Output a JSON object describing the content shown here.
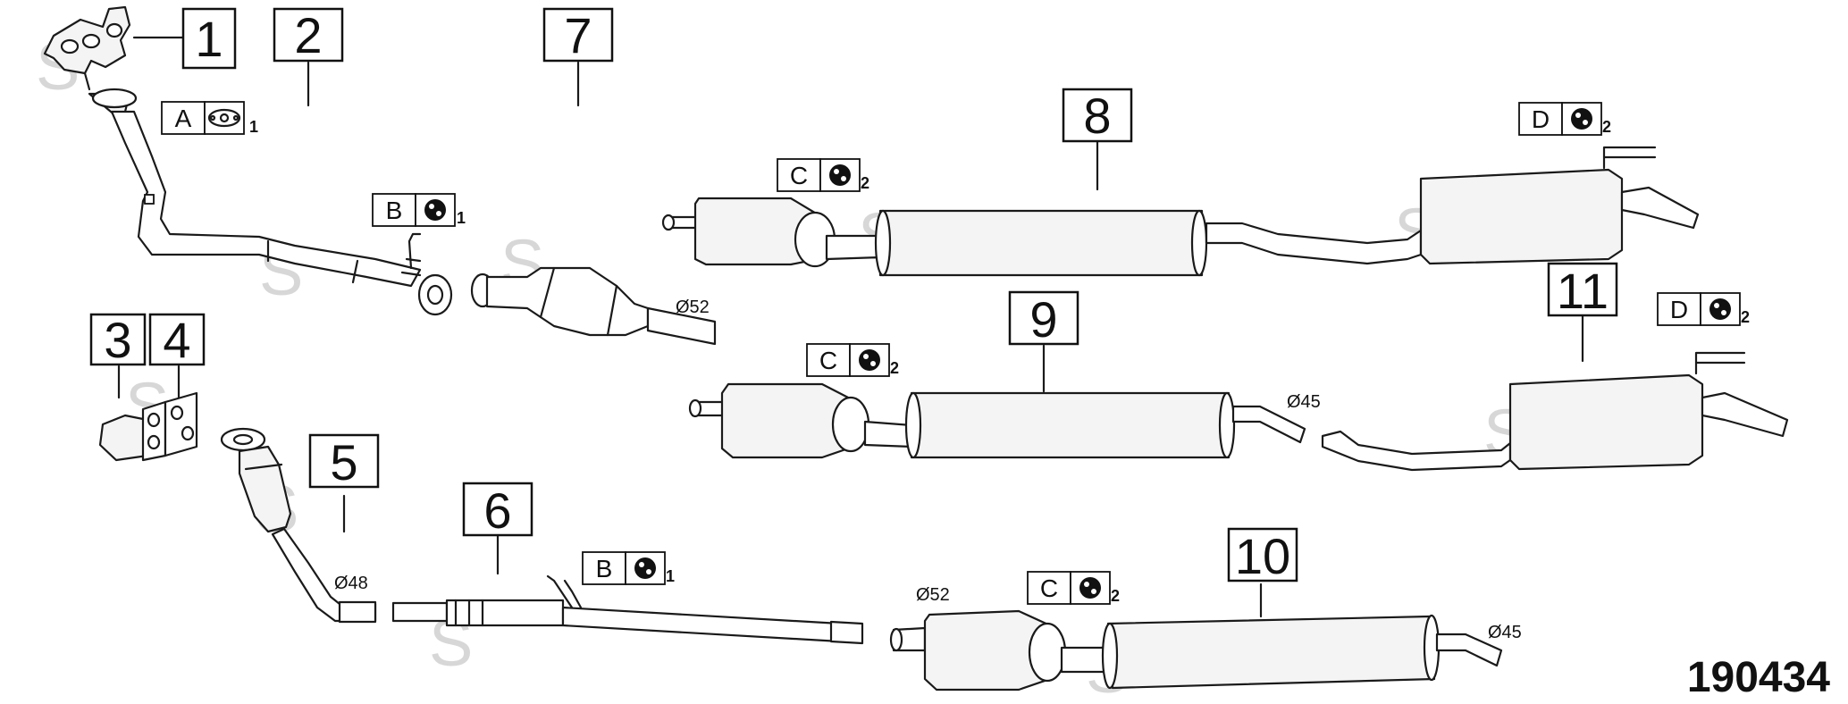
{
  "diagram_id": "190434",
  "parts": [
    {
      "number": "1"
    },
    {
      "number": "2"
    },
    {
      "number": "3"
    },
    {
      "number": "4"
    },
    {
      "number": "5"
    },
    {
      "number": "6"
    },
    {
      "number": "7"
    },
    {
      "number": "8"
    },
    {
      "number": "9"
    },
    {
      "number": "10"
    },
    {
      "number": "11"
    }
  ],
  "fitting_codes": [
    {
      "letter": "A",
      "qty": "1",
      "icon": "gasket-icon"
    },
    {
      "letter": "B",
      "qty": "1",
      "icon": "rubber-hanger-icon"
    },
    {
      "letter": "C",
      "qty": "2",
      "icon": "rubber-hanger-icon"
    },
    {
      "letter": "D",
      "qty": "2",
      "icon": "rubber-hanger-icon"
    },
    {
      "letter": "B",
      "qty": "1",
      "icon": "rubber-hanger-icon"
    },
    {
      "letter": "C",
      "qty": "2",
      "icon": "rubber-hanger-icon"
    },
    {
      "letter": "D",
      "qty": "2",
      "icon": "rubber-hanger-icon"
    },
    {
      "letter": "C",
      "qty": "2",
      "icon": "rubber-hanger-icon"
    }
  ],
  "dimensions": [
    "Ø52",
    "Ø48",
    "Ø45",
    "Ø52",
    "Ø45"
  ],
  "watermark": "S"
}
